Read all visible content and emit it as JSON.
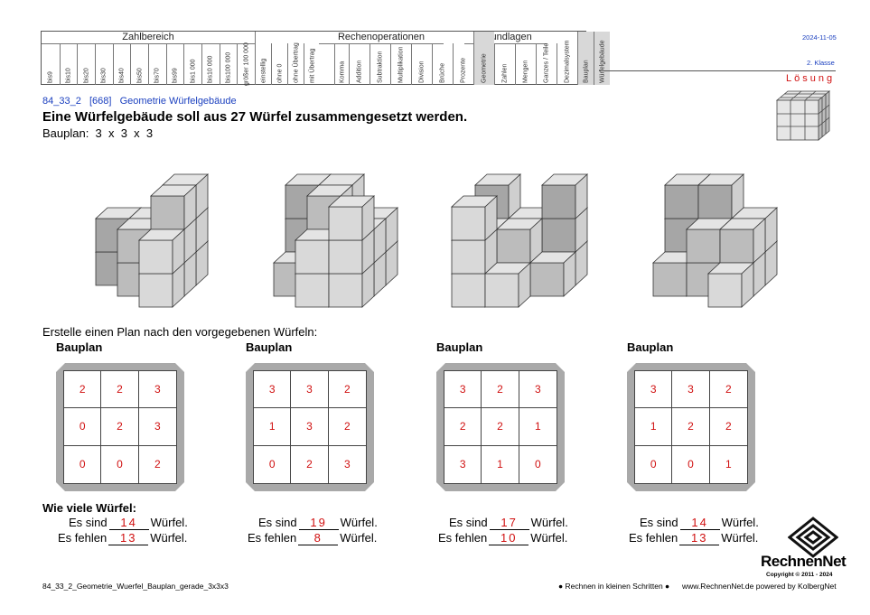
{
  "header": {
    "groups": [
      "Zahlbereich",
      "Rechenoperationen",
      "Grundlagen"
    ],
    "zahl_tops": [
      "9",
      "10",
      "20",
      "30",
      "40",
      "50",
      "70",
      "99",
      "1 000",
      "10 000",
      "100 000",
      "größer 100 000"
    ],
    "zahl_bottom": "bis",
    "other_cols": [
      "einstellig",
      "ohne 0",
      "ohne Übertrag",
      "mit Übertrag",
      "Komma",
      "Addition",
      "Subtraktion",
      "Multiplikation",
      "Division",
      "Brüche",
      "Prozente",
      "Geometrie",
      "Zahlen",
      "Mengen",
      "Ganzes / Teile",
      "Dezimalsystem",
      "Bauplan",
      "Würfelgebäude"
    ],
    "date": "2024-11-05",
    "klasse": "2. Klasse",
    "loesung": "Lösung"
  },
  "doc": {
    "code_line": "84_33_2   [668]   Geometrie Würfelgebäude",
    "title": "Eine Würfelgebäude soll aus 27 Würfel zusammengesetzt werden.",
    "bauplan_line": "Bauplan:  3  x  3  x  3",
    "instruction": "Erstelle einen Plan nach den vorgegebenen Würfeln:",
    "question": "Wie viele Würfel:",
    "es_sind": "Es sind",
    "es_fehlen": "Es fehlen",
    "wuerfel": "Würfel."
  },
  "tasks": [
    {
      "label": "Bauplan",
      "grid": [
        "2",
        "2",
        "3",
        "0",
        "2",
        "3",
        "0",
        "0",
        "2"
      ],
      "sind": "14",
      "fehlen": "13"
    },
    {
      "label": "Bauplan",
      "grid": [
        "3",
        "3",
        "2",
        "1",
        "3",
        "2",
        "0",
        "2",
        "3"
      ],
      "sind": "19",
      "fehlen": "8"
    },
    {
      "label": "Bauplan",
      "grid": [
        "3",
        "2",
        "3",
        "2",
        "2",
        "1",
        "3",
        "1",
        "0"
      ],
      "sind": "17",
      "fehlen": "10"
    },
    {
      "label": "Bauplan",
      "grid": [
        "3",
        "3",
        "2",
        "1",
        "2",
        "2",
        "0",
        "0",
        "1"
      ],
      "sind": "14",
      "fehlen": "13"
    }
  ],
  "footer": {
    "filename": "84_33_2_Geometrie_Wuerfel_Bauplan_gerade_3x3x3",
    "slogan": "● Rechnen in kleinen Schritten ●",
    "website": "www.RechnenNet.de powered by KolbergNet",
    "brand": "RechnenNet",
    "copyright": "Copyright © 2011 - 2024"
  },
  "colors": {
    "answer": "#d01010",
    "link": "#1a3fbf",
    "dark_cube": "#a6a6a6",
    "light_cube": "#d9d9d9"
  }
}
